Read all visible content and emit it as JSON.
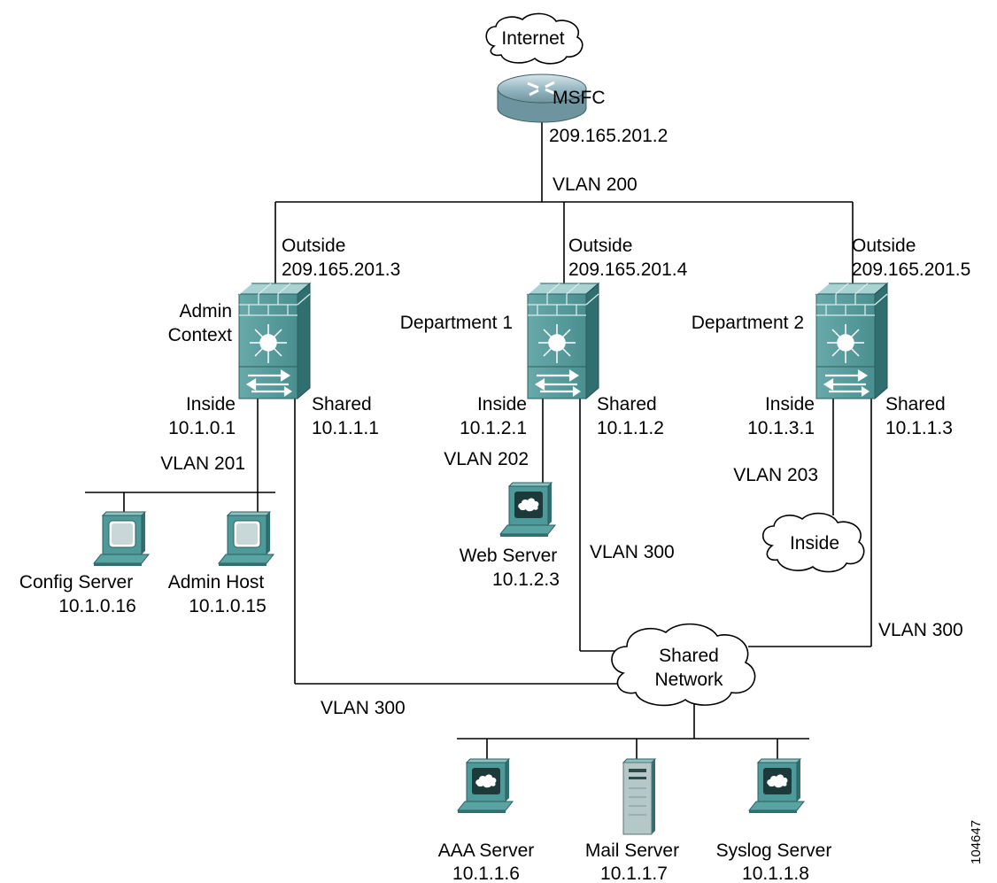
{
  "internet": {
    "label": "Internet"
  },
  "router": {
    "name": "MSFC",
    "ip": "209.165.201.2"
  },
  "vlan_outside": "VLAN 200",
  "contexts": [
    {
      "name_line1": "Admin",
      "name_line2": "Context",
      "outside_label": "Outside",
      "outside_ip": "209.165.201.3",
      "inside_label": "Inside",
      "inside_ip": "10.1.0.1",
      "shared_label": "Shared",
      "shared_ip": "10.1.1.1",
      "inside_vlan": "VLAN 201"
    },
    {
      "name_line1": "Department 1",
      "outside_label": "Outside",
      "outside_ip": "209.165.201.4",
      "inside_label": "Inside",
      "inside_ip": "10.1.2.1",
      "shared_label": "Shared",
      "shared_ip": "10.1.1.2",
      "inside_vlan": "VLAN 202"
    },
    {
      "name_line1": "Department 2",
      "outside_label": "Outside",
      "outside_ip": "209.165.201.5",
      "inside_label": "Inside",
      "inside_ip": "10.1.3.1",
      "shared_label": "Shared",
      "shared_ip": "10.1.1.3",
      "inside_vlan": "VLAN 203"
    }
  ],
  "hosts": {
    "config_server": {
      "name": "Config Server",
      "ip": "10.1.0.16"
    },
    "admin_host": {
      "name": "Admin Host",
      "ip": "10.1.0.15"
    },
    "web_server": {
      "name": "Web Server",
      "ip": "10.1.2.3"
    },
    "aaa_server": {
      "name": "AAA Server",
      "ip": "10.1.1.6"
    },
    "mail_server": {
      "name": "Mail Server",
      "ip": "10.1.1.7"
    },
    "syslog_server": {
      "name": "Syslog Server",
      "ip": "10.1.1.8"
    }
  },
  "inside_cloud": "Inside",
  "shared_network": {
    "line1": "Shared",
    "line2": "Network"
  },
  "vlan_shared": "VLAN 300",
  "figure_id": "104647",
  "colors": {
    "device_face": "#4e9a9a",
    "device_top": "#8fc3c3",
    "device_side": "#2f6f70",
    "screen": "#b6cccc",
    "router_body": "#8fb3bf"
  }
}
